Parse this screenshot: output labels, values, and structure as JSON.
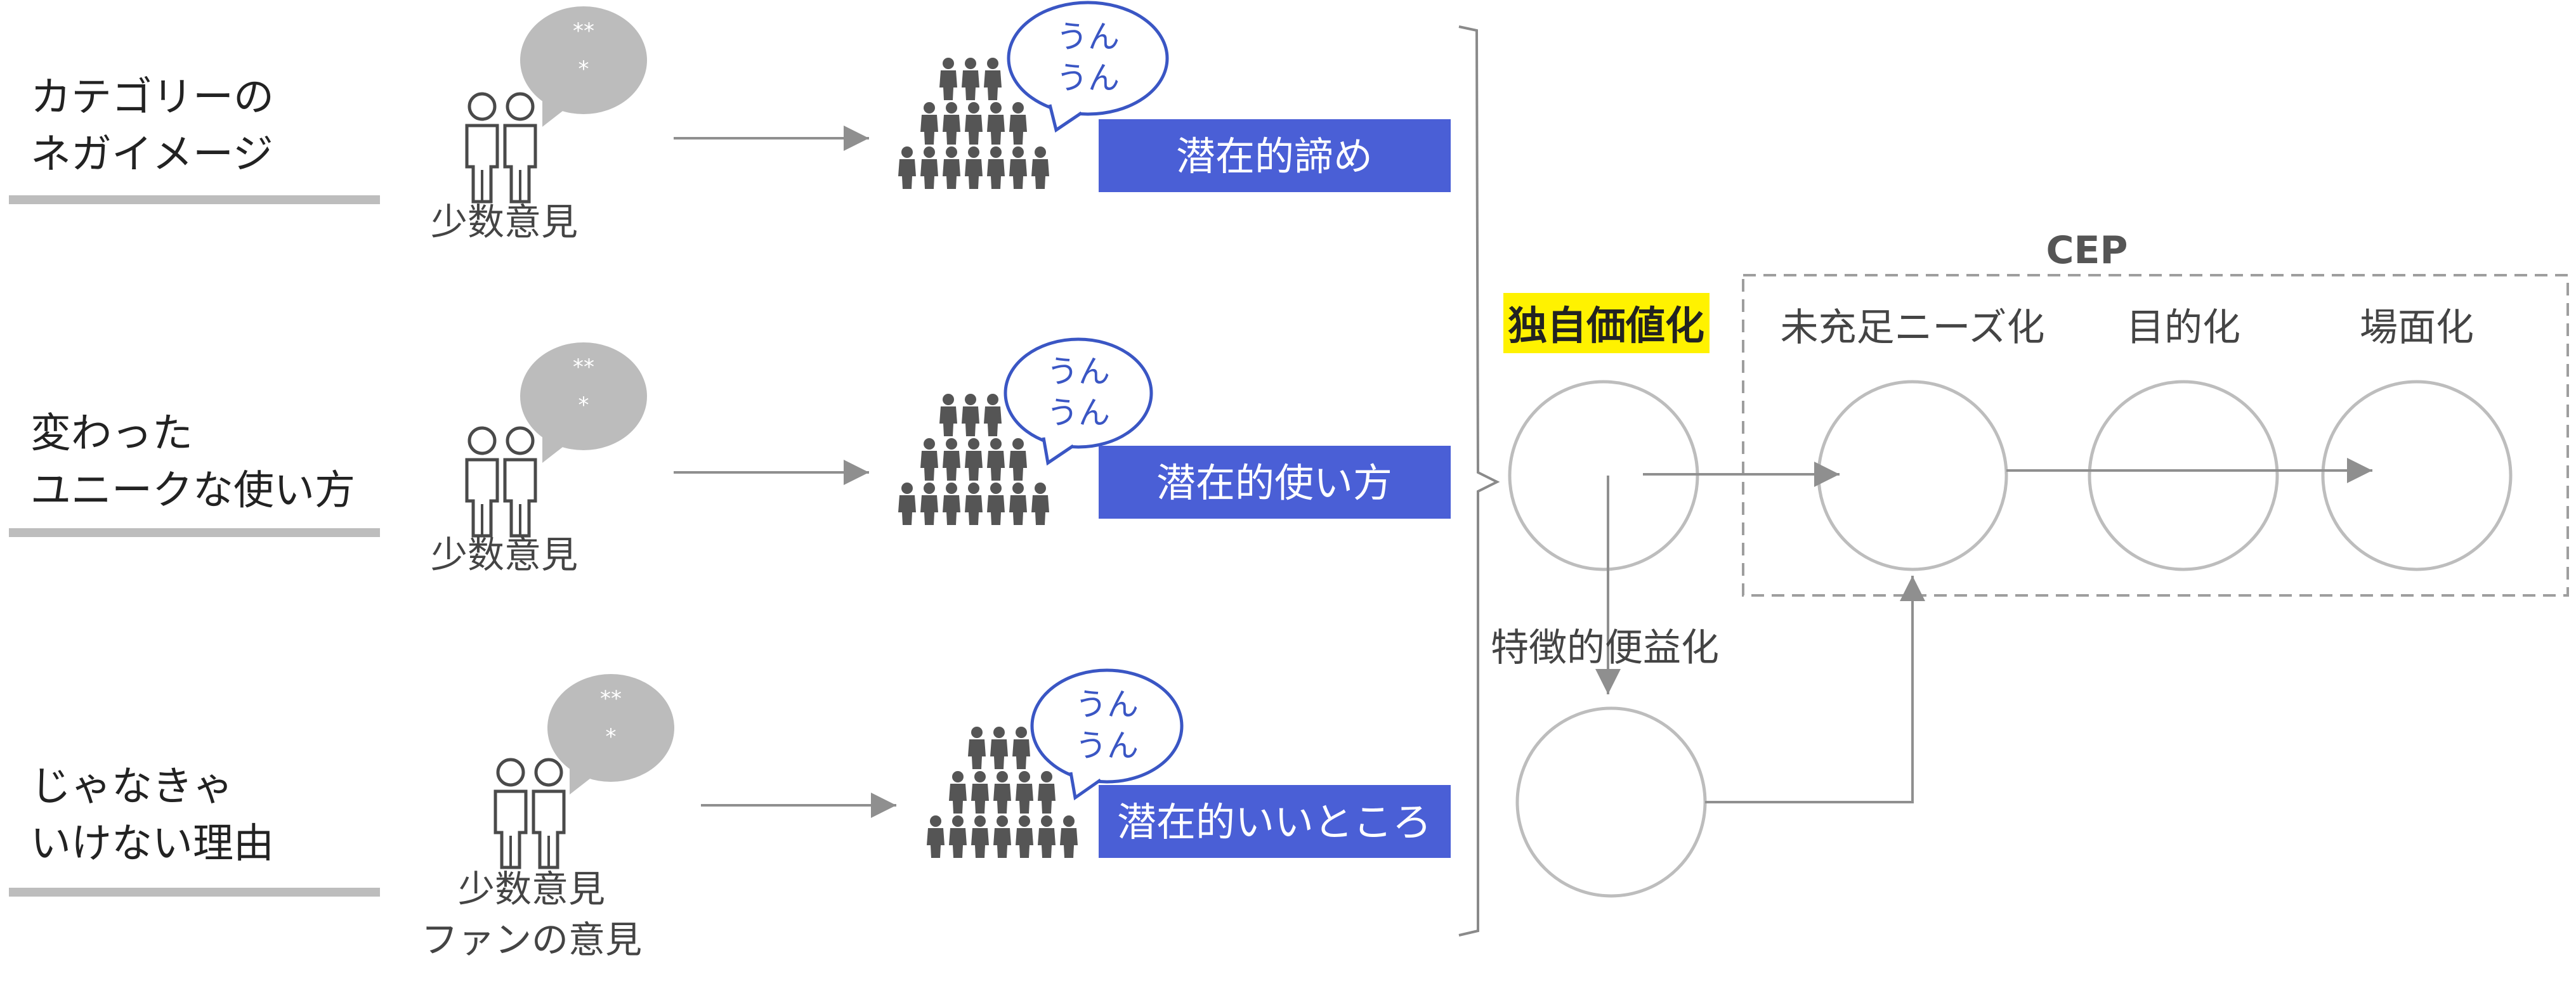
{
  "rows": [
    {
      "category_lines": [
        "カテゴリーの",
        "ネガイメージ"
      ],
      "minority_lines": [
        "少数意見"
      ],
      "bubble_small_text": "**\n*",
      "bubble_large_lines": [
        "うん",
        "うん"
      ],
      "potential_label": "潜在的諦め"
    },
    {
      "category_lines": [
        "変わった",
        "ユニークな使い方"
      ],
      "minority_lines": [
        "少数意見"
      ],
      "bubble_small_text": "**\n*",
      "bubble_large_lines": [
        "うん",
        "うん"
      ],
      "potential_label": "潜在的使い方"
    },
    {
      "category_lines": [
        "じゃなきゃ",
        "いけない理由"
      ],
      "minority_lines": [
        "少数意見",
        "ファンの意見"
      ],
      "bubble_small_text": "**\n*",
      "bubble_large_lines": [
        "うん",
        "うん"
      ],
      "potential_label": "潜在的いいところ"
    }
  ],
  "right": {
    "unique_value": "独自価値化",
    "cep_title": "CEP",
    "stages": [
      "未充足ニーズ化",
      "目的化",
      "場面化"
    ],
    "feature_benefit": "特徴的便益化"
  },
  "colors": {
    "blue_box": "#4a5fd6",
    "highlight": "#fff200",
    "gray": "#9e9e9e",
    "bubble_outline": "#3a56c4",
    "people": "#555555"
  }
}
